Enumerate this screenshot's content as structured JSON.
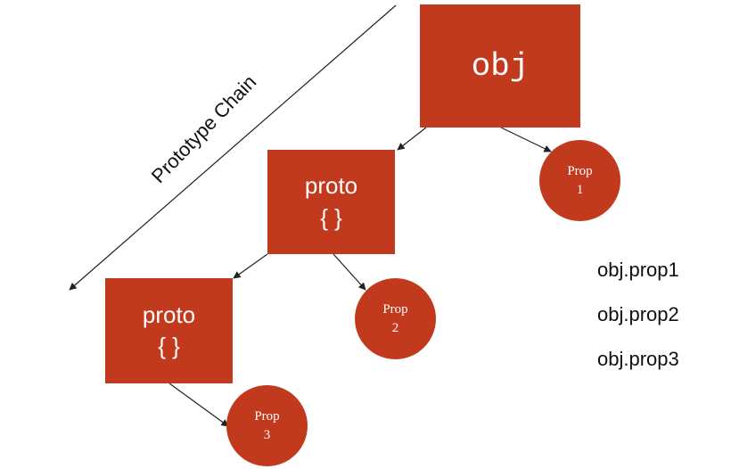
{
  "colors": {
    "node_fill": "#c23a1e",
    "node_text": "#ffffff",
    "line": "#222222"
  },
  "chain_label": "Prototype Chain",
  "nodes": {
    "obj": {
      "label": "obj"
    },
    "proto1": {
      "label": "proto",
      "sub": "{ }"
    },
    "proto2": {
      "label": "proto",
      "sub": "{ }"
    }
  },
  "props": [
    {
      "line1": "Prop",
      "line2": "1"
    },
    {
      "line1": "Prop",
      "line2": "2"
    },
    {
      "line1": "Prop",
      "line2": "3"
    }
  ],
  "accessors": [
    "obj.prop1",
    "obj.prop2",
    "obj.prop3"
  ]
}
